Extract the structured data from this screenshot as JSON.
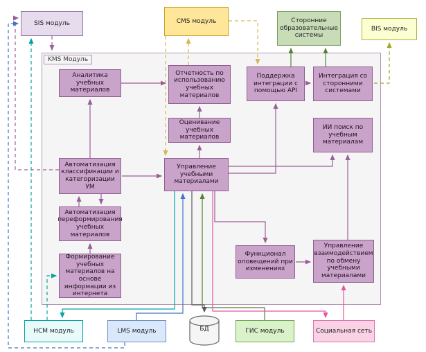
{
  "nodes": {
    "kms": {
      "label": "KMS Модуль"
    },
    "sis": {
      "label": "SIS модуль"
    },
    "cms": {
      "label": "CMS модуль"
    },
    "edu_systems": {
      "label": "Сторонние образовательные системы"
    },
    "bis": {
      "label": "BIS модуль"
    },
    "analytics": {
      "label": "Аналитика учебных материалов"
    },
    "reporting": {
      "label": "Отчетность по использованию учебных материалов"
    },
    "api_support": {
      "label": "Поддержка интеграции с помощью API"
    },
    "integration": {
      "label": "Интеграция со сторонними системами"
    },
    "assessment": {
      "label": "Оценивание учебных материалов"
    },
    "ai_search": {
      "label": "ИИ поиск по учебным материалам"
    },
    "classification": {
      "label": "Автоматизация классификации и категоризации УМ"
    },
    "management": {
      "label": "Управление учебными материалами"
    },
    "reform": {
      "label": "Автоматизация переформирования учебных материалов"
    },
    "notifications": {
      "label": "Функционал оповещений при изменениях"
    },
    "exchange": {
      "label": "Управление взаимодействием по обмену учебными материалами"
    },
    "formation": {
      "label": "Формирование учебных материалов на основе информации из интернета"
    },
    "ncm": {
      "label": "НСМ модуль"
    },
    "lms": {
      "label": "LMS модуль"
    },
    "db": {
      "label": "БД"
    },
    "gis": {
      "label": "ГИС модуль"
    },
    "social": {
      "label": "Социальная сеть"
    }
  },
  "colors": {
    "purple": "#9a5e9a",
    "yellow": "#d6b656",
    "olive": "#a3a322",
    "teal": "#00a3a3",
    "blue": "#4472c4",
    "green": "#538135",
    "gray": "#595959",
    "pink": "#e056a0",
    "kms_fill": "#f5f5f5",
    "node_fill": "#c9a3c9"
  },
  "edges": [
    {
      "from": "analytics",
      "to": "reporting",
      "color": "purple",
      "style": "solid"
    },
    {
      "from": "assessment",
      "to": "reporting",
      "color": "purple",
      "style": "solid"
    },
    {
      "from": "management",
      "to": "assessment",
      "color": "purple",
      "style": "solid"
    },
    {
      "from": "classification",
      "to": "analytics",
      "color": "purple",
      "style": "solid"
    },
    {
      "from": "classification",
      "to": "management",
      "color": "purple",
      "style": "solid"
    },
    {
      "from": "reform",
      "to": "classification",
      "color": "purple",
      "style": "solid"
    },
    {
      "from": "classification",
      "to": "reform",
      "color": "purple",
      "style": "solid"
    },
    {
      "from": "formation",
      "to": "reform",
      "color": "purple",
      "style": "solid"
    },
    {
      "from": "management",
      "to": "api_support",
      "color": "purple",
      "style": "solid"
    },
    {
      "from": "api_support",
      "to": "integration",
      "color": "purple",
      "style": "solid"
    },
    {
      "from": "management",
      "to": "ai_search",
      "color": "purple",
      "style": "solid"
    },
    {
      "from": "exchange",
      "to": "ai_search",
      "color": "purple",
      "style": "solid"
    },
    {
      "from": "management",
      "to": "notifications",
      "color": "purple",
      "style": "solid"
    },
    {
      "from": "notifications",
      "to": "exchange",
      "color": "purple",
      "style": "solid"
    },
    {
      "from": "api_support",
      "to": "edu_systems",
      "color": "green",
      "style": "solid"
    },
    {
      "from": "integration",
      "to": "edu_systems",
      "color": "green",
      "style": "solid"
    },
    {
      "from": "integration",
      "to": "bis",
      "color": "olive",
      "style": "dashed"
    },
    {
      "from": "reporting",
      "to": "cms",
      "color": "yellow",
      "style": "dashed"
    },
    {
      "from": "cms",
      "to": "management",
      "color": "yellow",
      "style": "dashed"
    },
    {
      "from": "cms",
      "to": "api_support",
      "color": "yellow",
      "style": "dashed"
    },
    {
      "from": "sis",
      "to": "kms",
      "color": "purple",
      "style": "dashed"
    },
    {
      "from": "classification",
      "to": "sis",
      "color": "purple",
      "style": "dashed"
    },
    {
      "from": "lms",
      "to": "sis",
      "color": "blue",
      "style": "dashed"
    },
    {
      "from": "ncm",
      "to": "sis",
      "color": "teal",
      "style": "dashed"
    },
    {
      "from": "ncm",
      "to": "formation",
      "color": "teal",
      "style": "dashed"
    },
    {
      "from": "management",
      "to": "ncm",
      "color": "teal",
      "style": "solid"
    },
    {
      "from": "lms",
      "to": "management",
      "color": "blue",
      "style": "solid"
    },
    {
      "from": "management",
      "to": "db",
      "color": "gray",
      "style": "solid"
    },
    {
      "from": "gis",
      "to": "management",
      "color": "green",
      "style": "solid"
    },
    {
      "from": "management",
      "to": "social",
      "color": "pink",
      "style": "solid"
    },
    {
      "from": "social",
      "to": "exchange",
      "color": "pink",
      "style": "solid"
    }
  ]
}
